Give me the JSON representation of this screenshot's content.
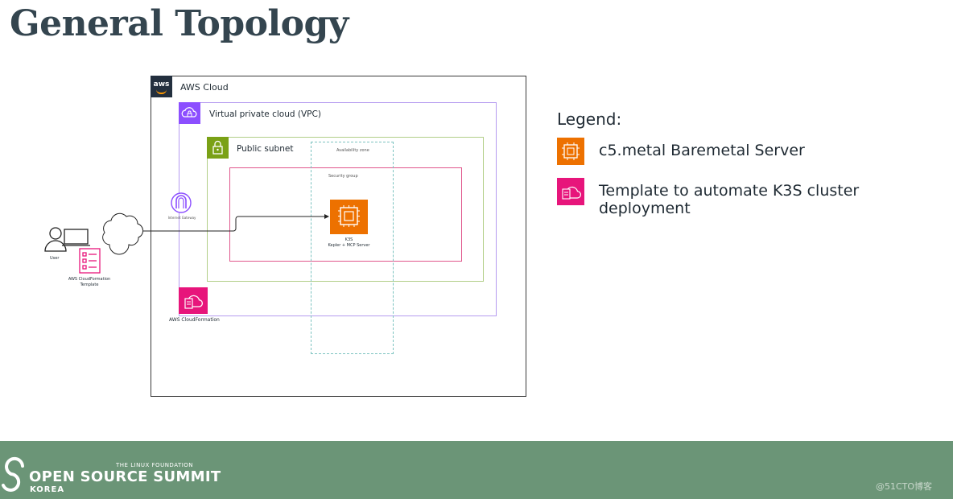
{
  "slide": {
    "title": "General Topology"
  },
  "diagram": {
    "aws_cloud_label": "AWS Cloud",
    "aws_logo_text": "aws",
    "vpc_label": "Virtual private cloud (VPC)",
    "subnet_label": "Public subnet",
    "az_label": "Availability zone",
    "sg_label": "Security group",
    "k3s_label_line1": "K3S",
    "k3s_label_line2": "Kepler + MCP Server",
    "igw_label": "Internet Gateway",
    "cfn_label": "AWS CloudFormation",
    "user_label": "User",
    "template_label_line1": "AWS CloudFormation",
    "template_label_line2": "Template"
  },
  "legend": {
    "title": "Legend:",
    "items": [
      {
        "icon": "ec2-instance-icon",
        "text": "c5.metal Baremetal Server",
        "color": "#ed7100"
      },
      {
        "icon": "cloudformation-template-icon",
        "text": "Template to automate K3S cluster deployment",
        "color": "#e7157b"
      }
    ]
  },
  "footer": {
    "org": "THE LINUX FOUNDATION",
    "event": "OPEN SOURCE SUMMIT",
    "region": "KOREA",
    "watermark": "@51CTO博客",
    "background": "#6b9577"
  },
  "colors": {
    "vpc": "#8c4fff",
    "subnet": "#7aa116",
    "security_group": "#e0578c",
    "availability_zone": "#7cc3c0",
    "compute": "#ed7100",
    "cloudformation": "#e7157b"
  }
}
